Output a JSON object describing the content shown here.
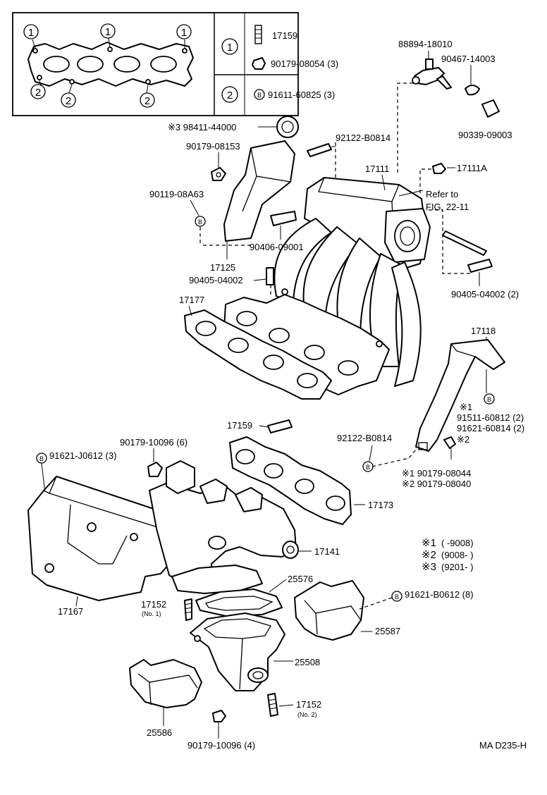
{
  "legend_box": {
    "mark1": "1",
    "mark2": "2",
    "row1_part_a": "17159",
    "row1_part_b": "90179-08054 (3)",
    "row2_mark": "B",
    "row2_part": "91611-60825 (3)"
  },
  "labels": {
    "p88894": "88894-18010",
    "p90467": "90467-14003",
    "p90339": "90339-09003",
    "p98411": "※3 98411-44000",
    "p92122_top": "92122-B0814",
    "p90179_08153": "90179-08153",
    "p17111": "17111",
    "p17111a": "17111A",
    "p90119": "90119-08A63",
    "refer1": "Refer to",
    "refer2": "FIG. 22-11",
    "p90406": "90406-09001",
    "p17125": "17125",
    "p90405_a": "90405-04002",
    "p90405_b": "90405-04002 (2)",
    "p17177": "17177",
    "p17118": "17118",
    "star1": "※1",
    "p91511": "91511-60812 (2)",
    "p91621_60814": "91621-60814 (2)",
    "star2": "※2",
    "p17159_mid": "17159",
    "p90179_10096_6": "90179-10096 (6)",
    "p92122_mid": "92122-B0814",
    "p91621_J0612": "91621-J0612 (3)",
    "p90179_08044": "※1 90179-08044",
    "p90179_08040": "※2 90179-08040",
    "p17173": "17173",
    "p17141": "17141",
    "p17167": "17167",
    "p25576": "25576",
    "p17152_a": "17152",
    "p17152_a_sub": "(No. 1)",
    "p91621_B0612": "91621-B0612 (8)",
    "p25587": "25587",
    "p25508": "25508",
    "p17152_b": "17152",
    "p17152_b_sub": "(No. 2)",
    "p25586": "25586",
    "p90179_10096_4": "90179-10096 (4)",
    "code": "MA D235-H",
    "mark_b": "B"
  },
  "date_notes": [
    {
      "mark": "※1",
      "text": "(       -9008)"
    },
    {
      "mark": "※2",
      "text": "(9008-       )"
    },
    {
      "mark": "※3",
      "text": "(9201-       )"
    }
  ]
}
